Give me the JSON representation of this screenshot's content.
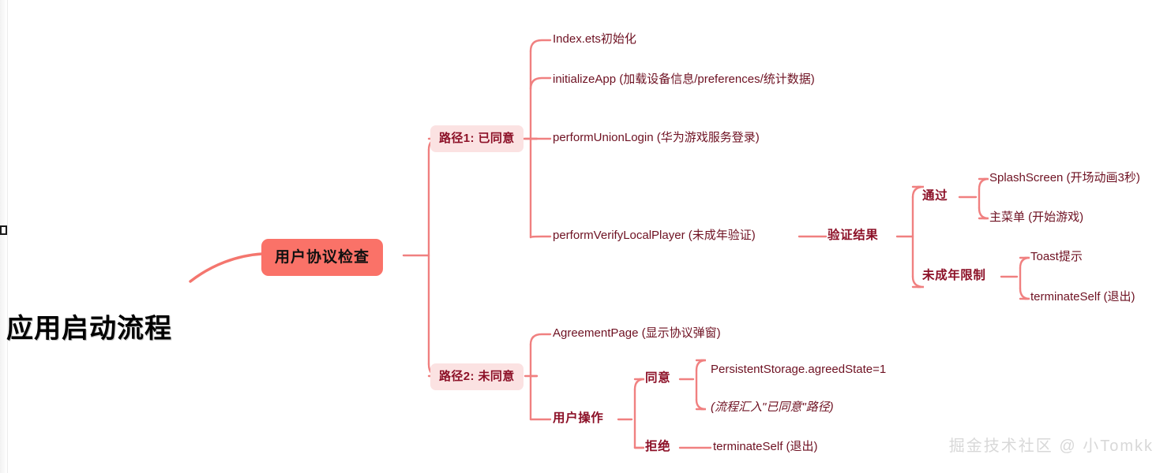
{
  "page": {
    "title": "应用启动流程",
    "watermark": "掘金技术社区 @ 小Tomkk",
    "colors": {
      "root_fill": "#FA7268",
      "branch_fill": "#FBE2E2",
      "branch_text": "#8C1027",
      "leaf_text": "#6E1122",
      "link_stroke": "#F08080",
      "background": "#FFFFFF"
    }
  },
  "mindmap": {
    "type": "mindmap",
    "root": {
      "label": "用户协议检查"
    },
    "branches": [
      {
        "label": "路径1: 已同意",
        "children": [
          {
            "label": "Index.ets初始化"
          },
          {
            "label": "initializeApp (加载设备信息/preferences/统计数据)"
          },
          {
            "label": "performUnionLogin (华为游戏服务登录)"
          },
          {
            "label": "performVerifyLocalPlayer (未成年验证)",
            "children": [
              {
                "label": "验证结果",
                "children": [
                  {
                    "label": "通过",
                    "children": [
                      {
                        "label": "SplashScreen (开场动画3秒)"
                      },
                      {
                        "label": "主菜单 (开始游戏)"
                      }
                    ]
                  },
                  {
                    "label": "未成年限制",
                    "children": [
                      {
                        "label": "Toast提示"
                      },
                      {
                        "label": "terminateSelf (退出)"
                      }
                    ]
                  }
                ]
              }
            ]
          }
        ]
      },
      {
        "label": "路径2: 未同意",
        "children": [
          {
            "label": "AgreementPage (显示协议弹窗)"
          },
          {
            "label": "用户操作",
            "children": [
              {
                "label": "同意",
                "children": [
                  {
                    "label": "PersistentStorage.agreedState=1"
                  },
                  {
                    "label": "(流程汇入\"已同意\"路径)"
                  }
                ]
              },
              {
                "label": "拒绝",
                "children": [
                  {
                    "label": "terminateSelf (退出)"
                  }
                ]
              }
            ]
          }
        ]
      }
    ]
  },
  "nodes": {
    "root": "用户协议检查",
    "path1": "路径1: 已同意",
    "path2": "路径2: 未同意",
    "index_init": "Index.ets初始化",
    "initialize_app": "initializeApp (加载设备信息/preferences/统计数据)",
    "union_login": "performUnionLogin (华为游戏服务登录)",
    "verify_local_player": "performVerifyLocalPlayer (未成年验证)",
    "verify_result": "验证结果",
    "pass": "通过",
    "splash_screen": "SplashScreen (开场动画3秒)",
    "main_menu": "主菜单 (开始游戏)",
    "minor_limit": "未成年限制",
    "toast": "Toast提示",
    "terminate_self_minor": "terminateSelf (退出)",
    "agreement_page": "AgreementPage (显示协议弹窗)",
    "user_action": "用户操作",
    "agree": "同意",
    "persistent_storage": "PersistentStorage.agreedState=1",
    "merge_note": "(流程汇入\"已同意\"路径)",
    "reject": "拒绝",
    "terminate_self_reject": "terminateSelf (退出)"
  }
}
